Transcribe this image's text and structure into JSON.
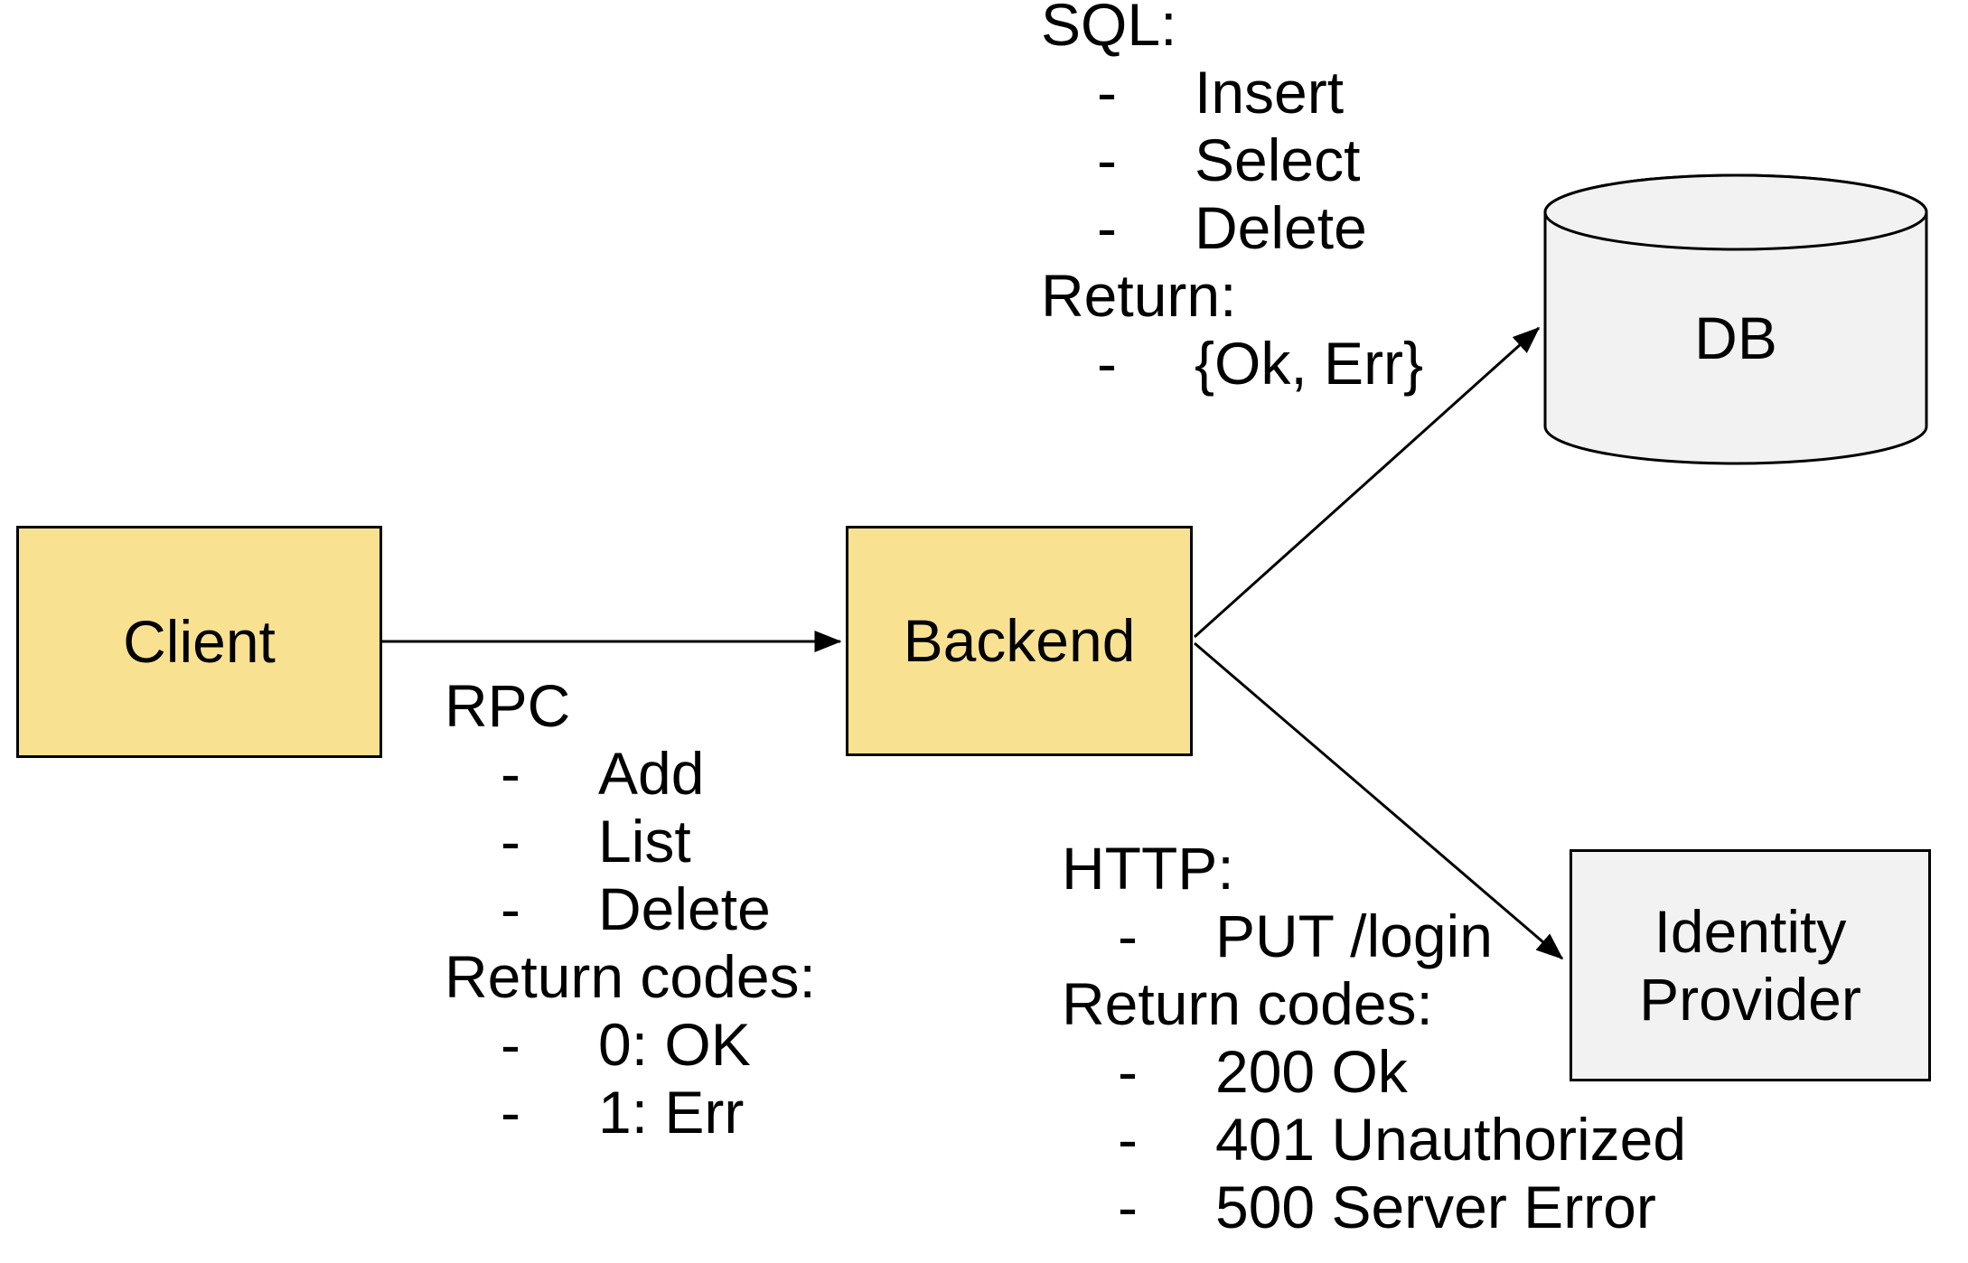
{
  "diagram": {
    "title": "client-backend architecture diagram",
    "bullet_char": "-",
    "colors": {
      "node_yellow": "#f8e292",
      "node_gray": "#f2f2f2",
      "stroke": "#000000",
      "text": "#000000",
      "background": "#ffffff"
    },
    "nodes": {
      "client": {
        "label": "Client",
        "shape": "rectangle"
      },
      "backend": {
        "label": "Backend",
        "shape": "rectangle"
      },
      "db": {
        "label": "DB",
        "shape": "cylinder"
      },
      "identity_provider": {
        "label": "Identity Provider",
        "shape": "rectangle"
      }
    },
    "edges": [
      {
        "from": "client",
        "to": "backend",
        "annotation": "rpc"
      },
      {
        "from": "backend",
        "to": "db",
        "annotation": "sql"
      },
      {
        "from": "backend",
        "to": "identity_provider",
        "annotation": "http"
      }
    ],
    "annotations": {
      "rpc": {
        "lines": [
          {
            "text": "RPC",
            "bullet": false
          },
          {
            "text": "Add",
            "bullet": true
          },
          {
            "text": "List",
            "bullet": true
          },
          {
            "text": "Delete",
            "bullet": true
          },
          {
            "text": "Return codes:",
            "bullet": false
          },
          {
            "text": "0: OK",
            "bullet": true
          },
          {
            "text": "1: Err",
            "bullet": true
          }
        ]
      },
      "sql": {
        "lines": [
          {
            "text": "SQL:",
            "bullet": false
          },
          {
            "text": "Insert",
            "bullet": true
          },
          {
            "text": "Select",
            "bullet": true
          },
          {
            "text": "Delete",
            "bullet": true
          },
          {
            "text": "Return:",
            "bullet": false
          },
          {
            "text": "{Ok, Err}",
            "bullet": true
          }
        ]
      },
      "http": {
        "lines": [
          {
            "text": "HTTP:",
            "bullet": false
          },
          {
            "text": "PUT /login",
            "bullet": true
          },
          {
            "text": "Return codes:",
            "bullet": false
          },
          {
            "text": "200 Ok",
            "bullet": true
          },
          {
            "text": "401 Unauthorized",
            "bullet": true
          },
          {
            "text": "500 Server Error",
            "bullet": true
          }
        ]
      }
    }
  }
}
